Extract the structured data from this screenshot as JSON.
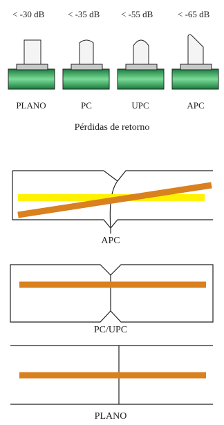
{
  "connectors": [
    {
      "loss": "< -30 dB",
      "name": "PLANO",
      "tip": "flat"
    },
    {
      "loss": "< -35 dB",
      "name": "PC",
      "tip": "rounded"
    },
    {
      "loss": "< -55 dB",
      "name": "UPC",
      "tip": "ultra-rounded"
    },
    {
      "loss": "< -65 dB",
      "name": "APC",
      "tip": "angled"
    }
  ],
  "caption": "Pérdidas de retorno",
  "joints": [
    {
      "label": "APC",
      "type": "angled"
    },
    {
      "label": "PC/UPC",
      "type": "physical-contact"
    },
    {
      "label": "PLANO",
      "type": "flat"
    }
  ],
  "colors": {
    "ferrule_body": "#1f8a4a",
    "ferrule_highlight": "#6fd28e",
    "collar": "#c8c8c8",
    "tip_fill": "#f4f4f4",
    "fiber_core": "#d9801f",
    "reflection": "#fff200",
    "outline": "#222222"
  }
}
